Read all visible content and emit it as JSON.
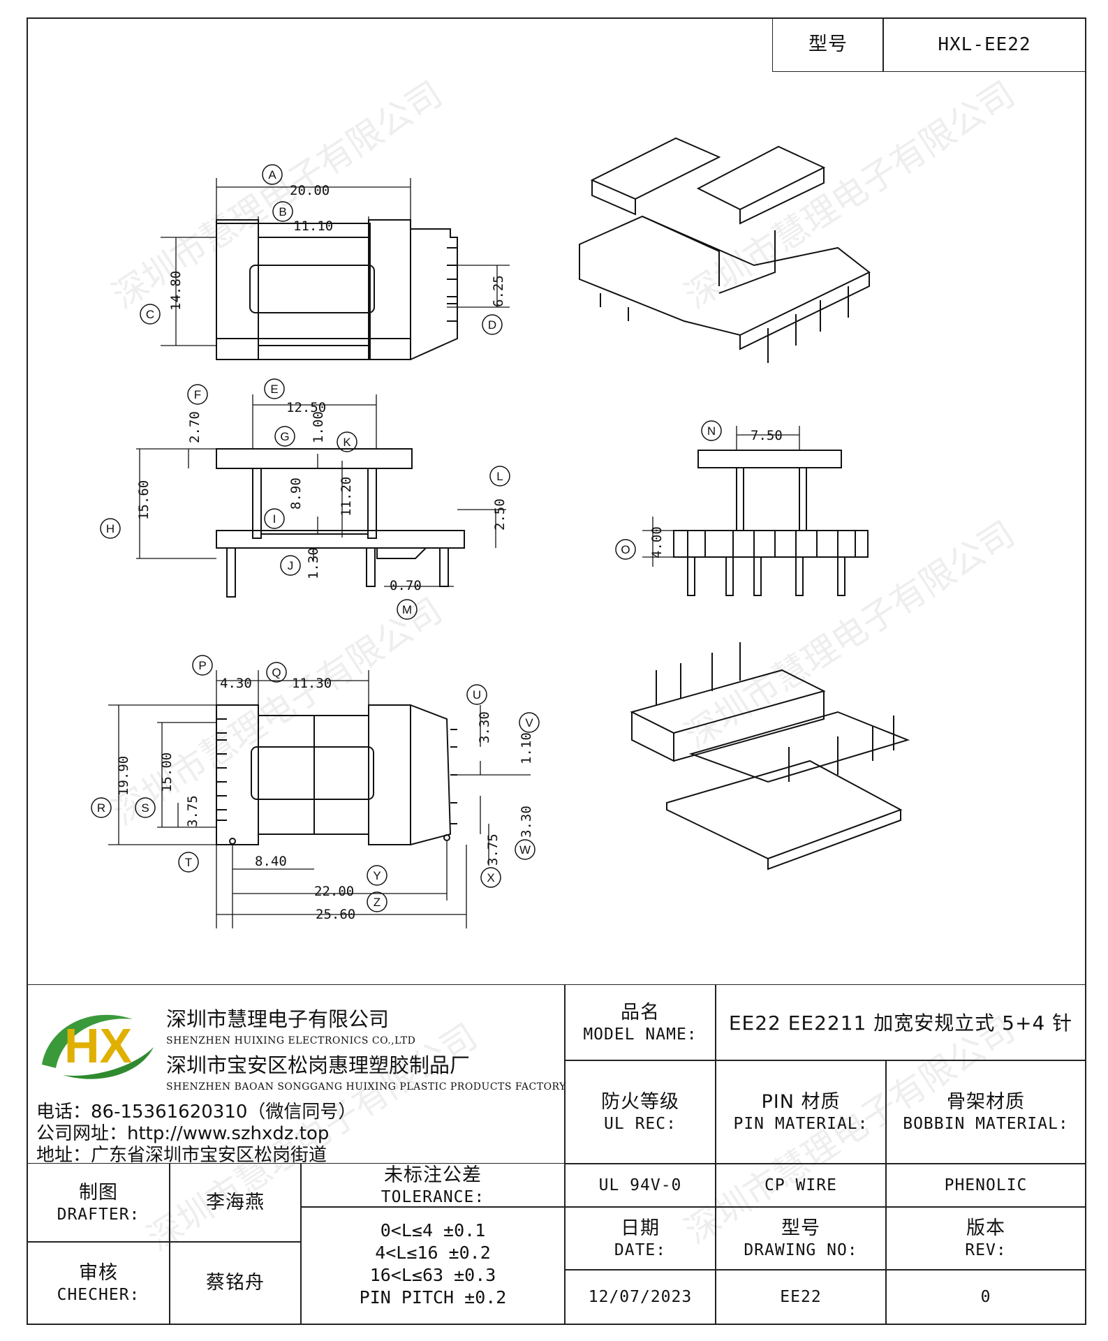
{
  "header": {
    "model_label": "型号",
    "model_value": "HXL-EE22"
  },
  "watermark": "深圳市慧理电子有限公司",
  "dimensions": {
    "A": "20.00",
    "B": "11.10",
    "C": "14.80",
    "D": "6.25",
    "E": "12.50",
    "F": "2.70",
    "G": "1.00",
    "H": "15.60",
    "I": "8.90",
    "J": "1.30",
    "K": "11.20",
    "L": "2.50",
    "M": "0.70",
    "N": "7.50",
    "O": "4.00",
    "P": "4.30",
    "Q": "11.30",
    "R": "19.90",
    "S": "15.00",
    "T": "3.75",
    "U": "3.30",
    "V": "1.10",
    "W": "3.30",
    "X": "3.75",
    "Y": "22.00",
    "Z": "25.60",
    "S2": "8.40"
  },
  "company": {
    "name_cn": "深圳市慧理电子有限公司",
    "name_en": "SHENZHEN HUIXING ELECTRONICS CO.,LTD",
    "factory_cn": "深圳市宝安区松岗惠理塑胶制品厂",
    "factory_en": "SHENZHEN BAOAN SONGGANG HUIXING PLASTIC PRODUCTS FACTORY",
    "phone": "电话：86-15361620310（微信同号）",
    "website": "公司网址：http://www.szhxdz.top",
    "address": "地址：广东省深圳市宝安区松岗街道",
    "logo_letters": "HX"
  },
  "title_block": {
    "model_name_cn": "品名",
    "model_name_en": "MODEL NAME:",
    "model_name_value": "EE22 EE2211 加宽安规立式 5+4 针",
    "ul_cn": "防火等级",
    "ul_en": "UL REC:",
    "ul_value": "UL 94V-0",
    "pin_cn": "PIN 材质",
    "pin_en": "PIN MATERIAL:",
    "pin_value": "CP WIRE",
    "bobbin_cn": "骨架材质",
    "bobbin_en": "BOBBIN MATERIAL:",
    "bobbin_value": "PHENOLIC",
    "drafter_cn": "制图",
    "drafter_en": "DRAFTER:",
    "drafter_value": "李海燕",
    "checker_cn": "审核",
    "checker_en": "CHECHER:",
    "checker_value": "蔡铭舟",
    "tolerance_cn": "未标注公差",
    "tolerance_en": "TOLERANCE:",
    "tolerance_lines": [
      "0<L≤4  ±0.1",
      "4<L≤16 ±0.2",
      "16<L≤63 ±0.3",
      "PIN PITCH ±0.2"
    ],
    "date_cn": "日期",
    "date_en": "DATE:",
    "date_value": "12/07/2023",
    "drawing_cn": "型号",
    "drawing_en": "DRAWING NO:",
    "drawing_value": "EE22",
    "rev_cn": "版本",
    "rev_en": "REV:",
    "rev_value": "0"
  }
}
